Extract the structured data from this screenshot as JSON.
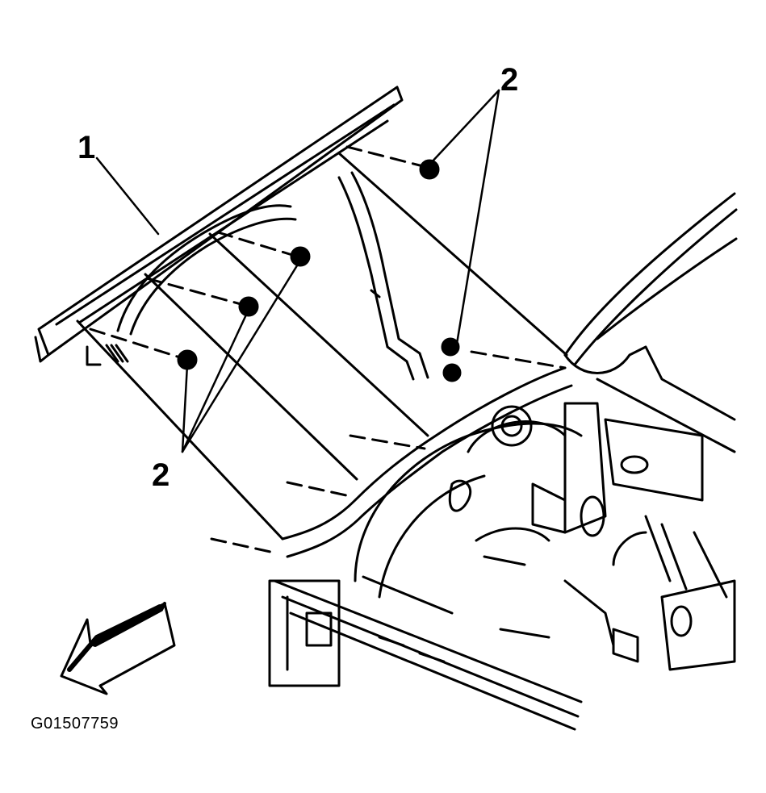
{
  "diagram": {
    "callouts": [
      {
        "id": "callout-1",
        "label": "1"
      },
      {
        "id": "callout-2-top",
        "label": "2"
      },
      {
        "id": "callout-2-bottom",
        "label": "2"
      }
    ],
    "figure_id": "G01507759",
    "icons": [
      "direction-arrow-icon",
      "bolt-icon"
    ],
    "colors": {
      "ink": "#000000",
      "paper": "#ffffff"
    }
  }
}
